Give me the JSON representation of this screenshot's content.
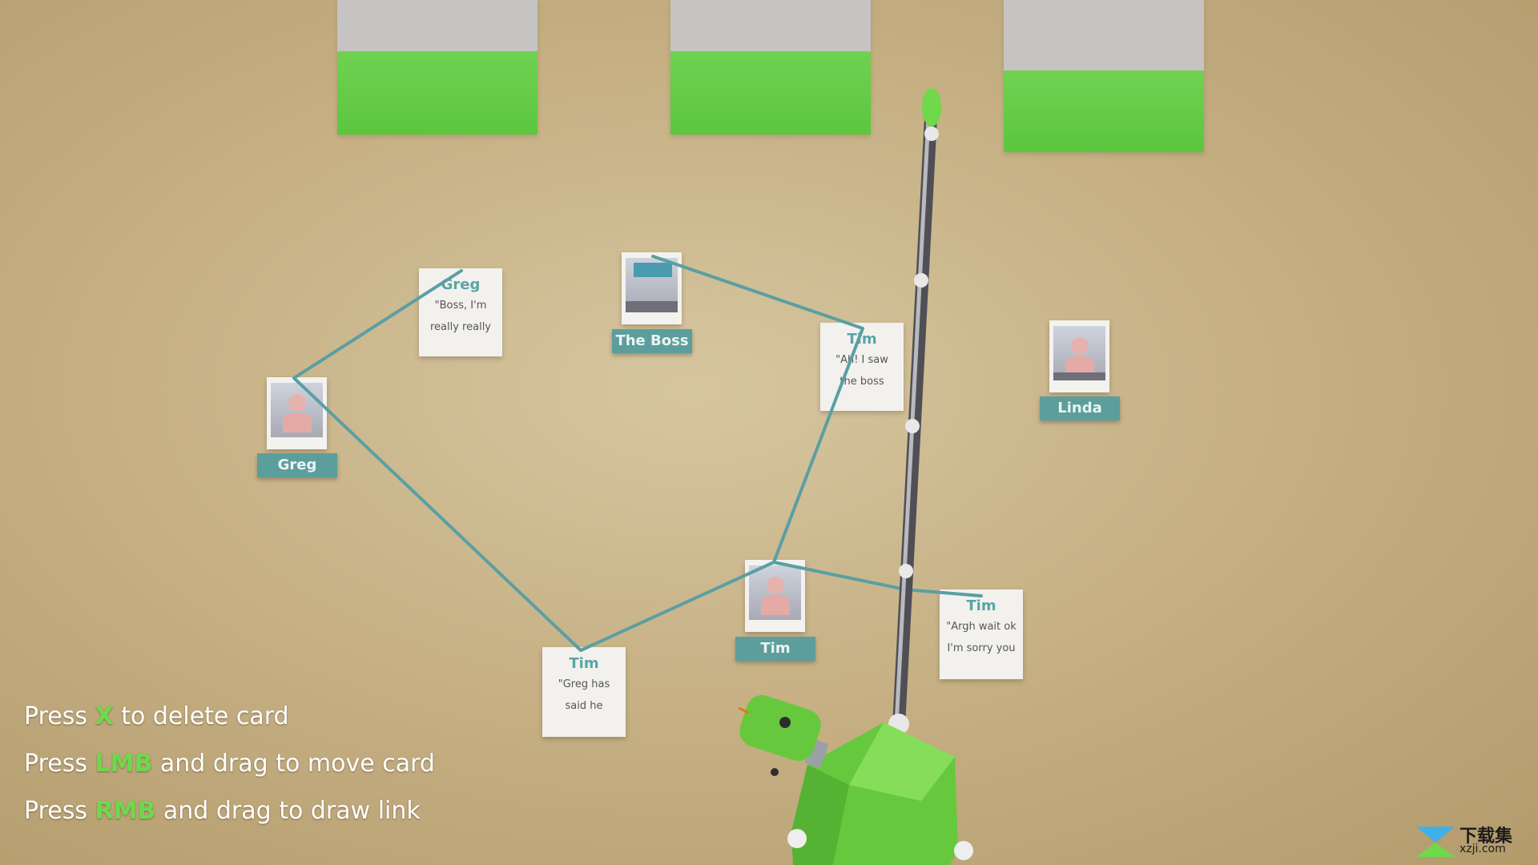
{
  "characters": {
    "greg": {
      "name": "Greg"
    },
    "boss": {
      "name": "The Boss"
    },
    "tim": {
      "name": "Tim"
    },
    "linda": {
      "name": "Linda"
    }
  },
  "notes": [
    {
      "title": "Greg",
      "line1": "\"Boss, I'm",
      "line2": "really really"
    },
    {
      "title": "Tim",
      "line1": "\"Ah! I saw",
      "line2": "the boss"
    },
    {
      "title": "Tim",
      "line1": "\"Greg has",
      "line2": "said he"
    },
    {
      "title": "Tim",
      "line1": "\"Argh wait ok",
      "line2": "I'm sorry you"
    }
  ],
  "instructions": [
    {
      "prefix": "Press",
      "key": "X",
      "suffix": "to delete card"
    },
    {
      "prefix": "Press",
      "key": "LMB",
      "suffix": "and drag to move card"
    },
    {
      "prefix": "Press",
      "key": "RMB",
      "suffix": "and drag to draw link"
    }
  ],
  "watermark": {
    "title": "下载集",
    "url": "xzji.com"
  },
  "colors": {
    "board": "#c7b185",
    "string": "#5a9fa3",
    "label": "#5c9e9c",
    "accent_green": "#6fd84b",
    "robot_green": "#66c93d"
  }
}
